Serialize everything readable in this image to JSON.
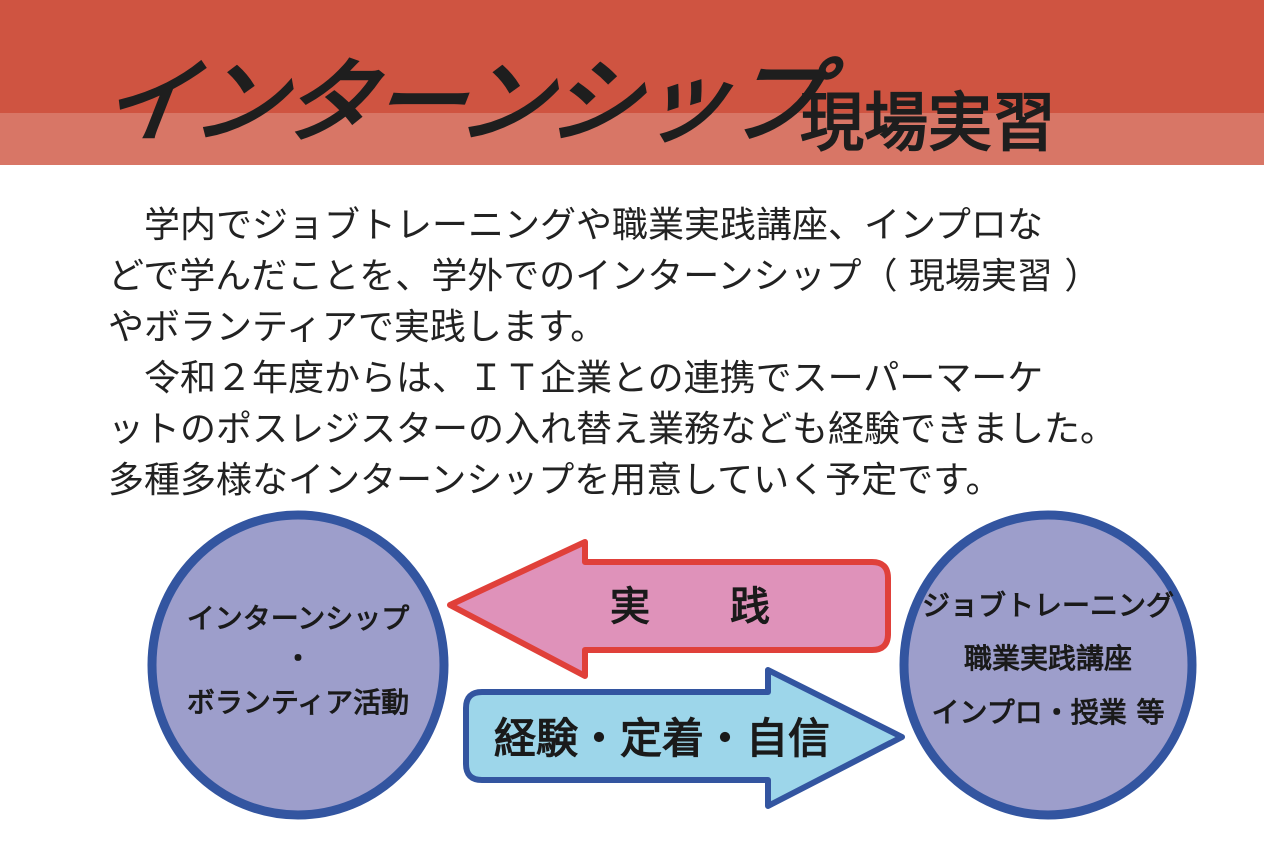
{
  "header": {
    "title": "インターンシップ",
    "subtitle": "現場実習",
    "color_top": "#cf5441",
    "color_band": "#d87666"
  },
  "body": {
    "lines": [
      "　学内でジョブトレーニングや職業実践講座、インプロな",
      "どで学んだことを、学外でのインターンシップ（ 現場実習 ）",
      "やボランティアで実践します。",
      "　令和２年度からは、ＩＴ企業との連携でスーパーマーケ",
      "ットのポスレジスターの入れ替え業務なども経験できました。",
      "多種多様なインターンシップを用意していく予定です。"
    ]
  },
  "diagram": {
    "left_circle": [
      "インターンシップ",
      "・",
      "ボランティア活動"
    ],
    "right_circle": [
      "ジョブトレーニング",
      "職業実践講座",
      "インプロ・授業 等"
    ],
    "top_arrow": "実　　践",
    "bottom_arrow": "経験・定着・自信",
    "colors": {
      "circle_fill": "#9d9ecb",
      "circle_border": "#3355a0",
      "top_arrow_fill": "#df92ba",
      "top_arrow_border": "#e0403a",
      "bottom_arrow_fill": "#9dd6ea",
      "bottom_arrow_border": "#3355a0"
    }
  }
}
